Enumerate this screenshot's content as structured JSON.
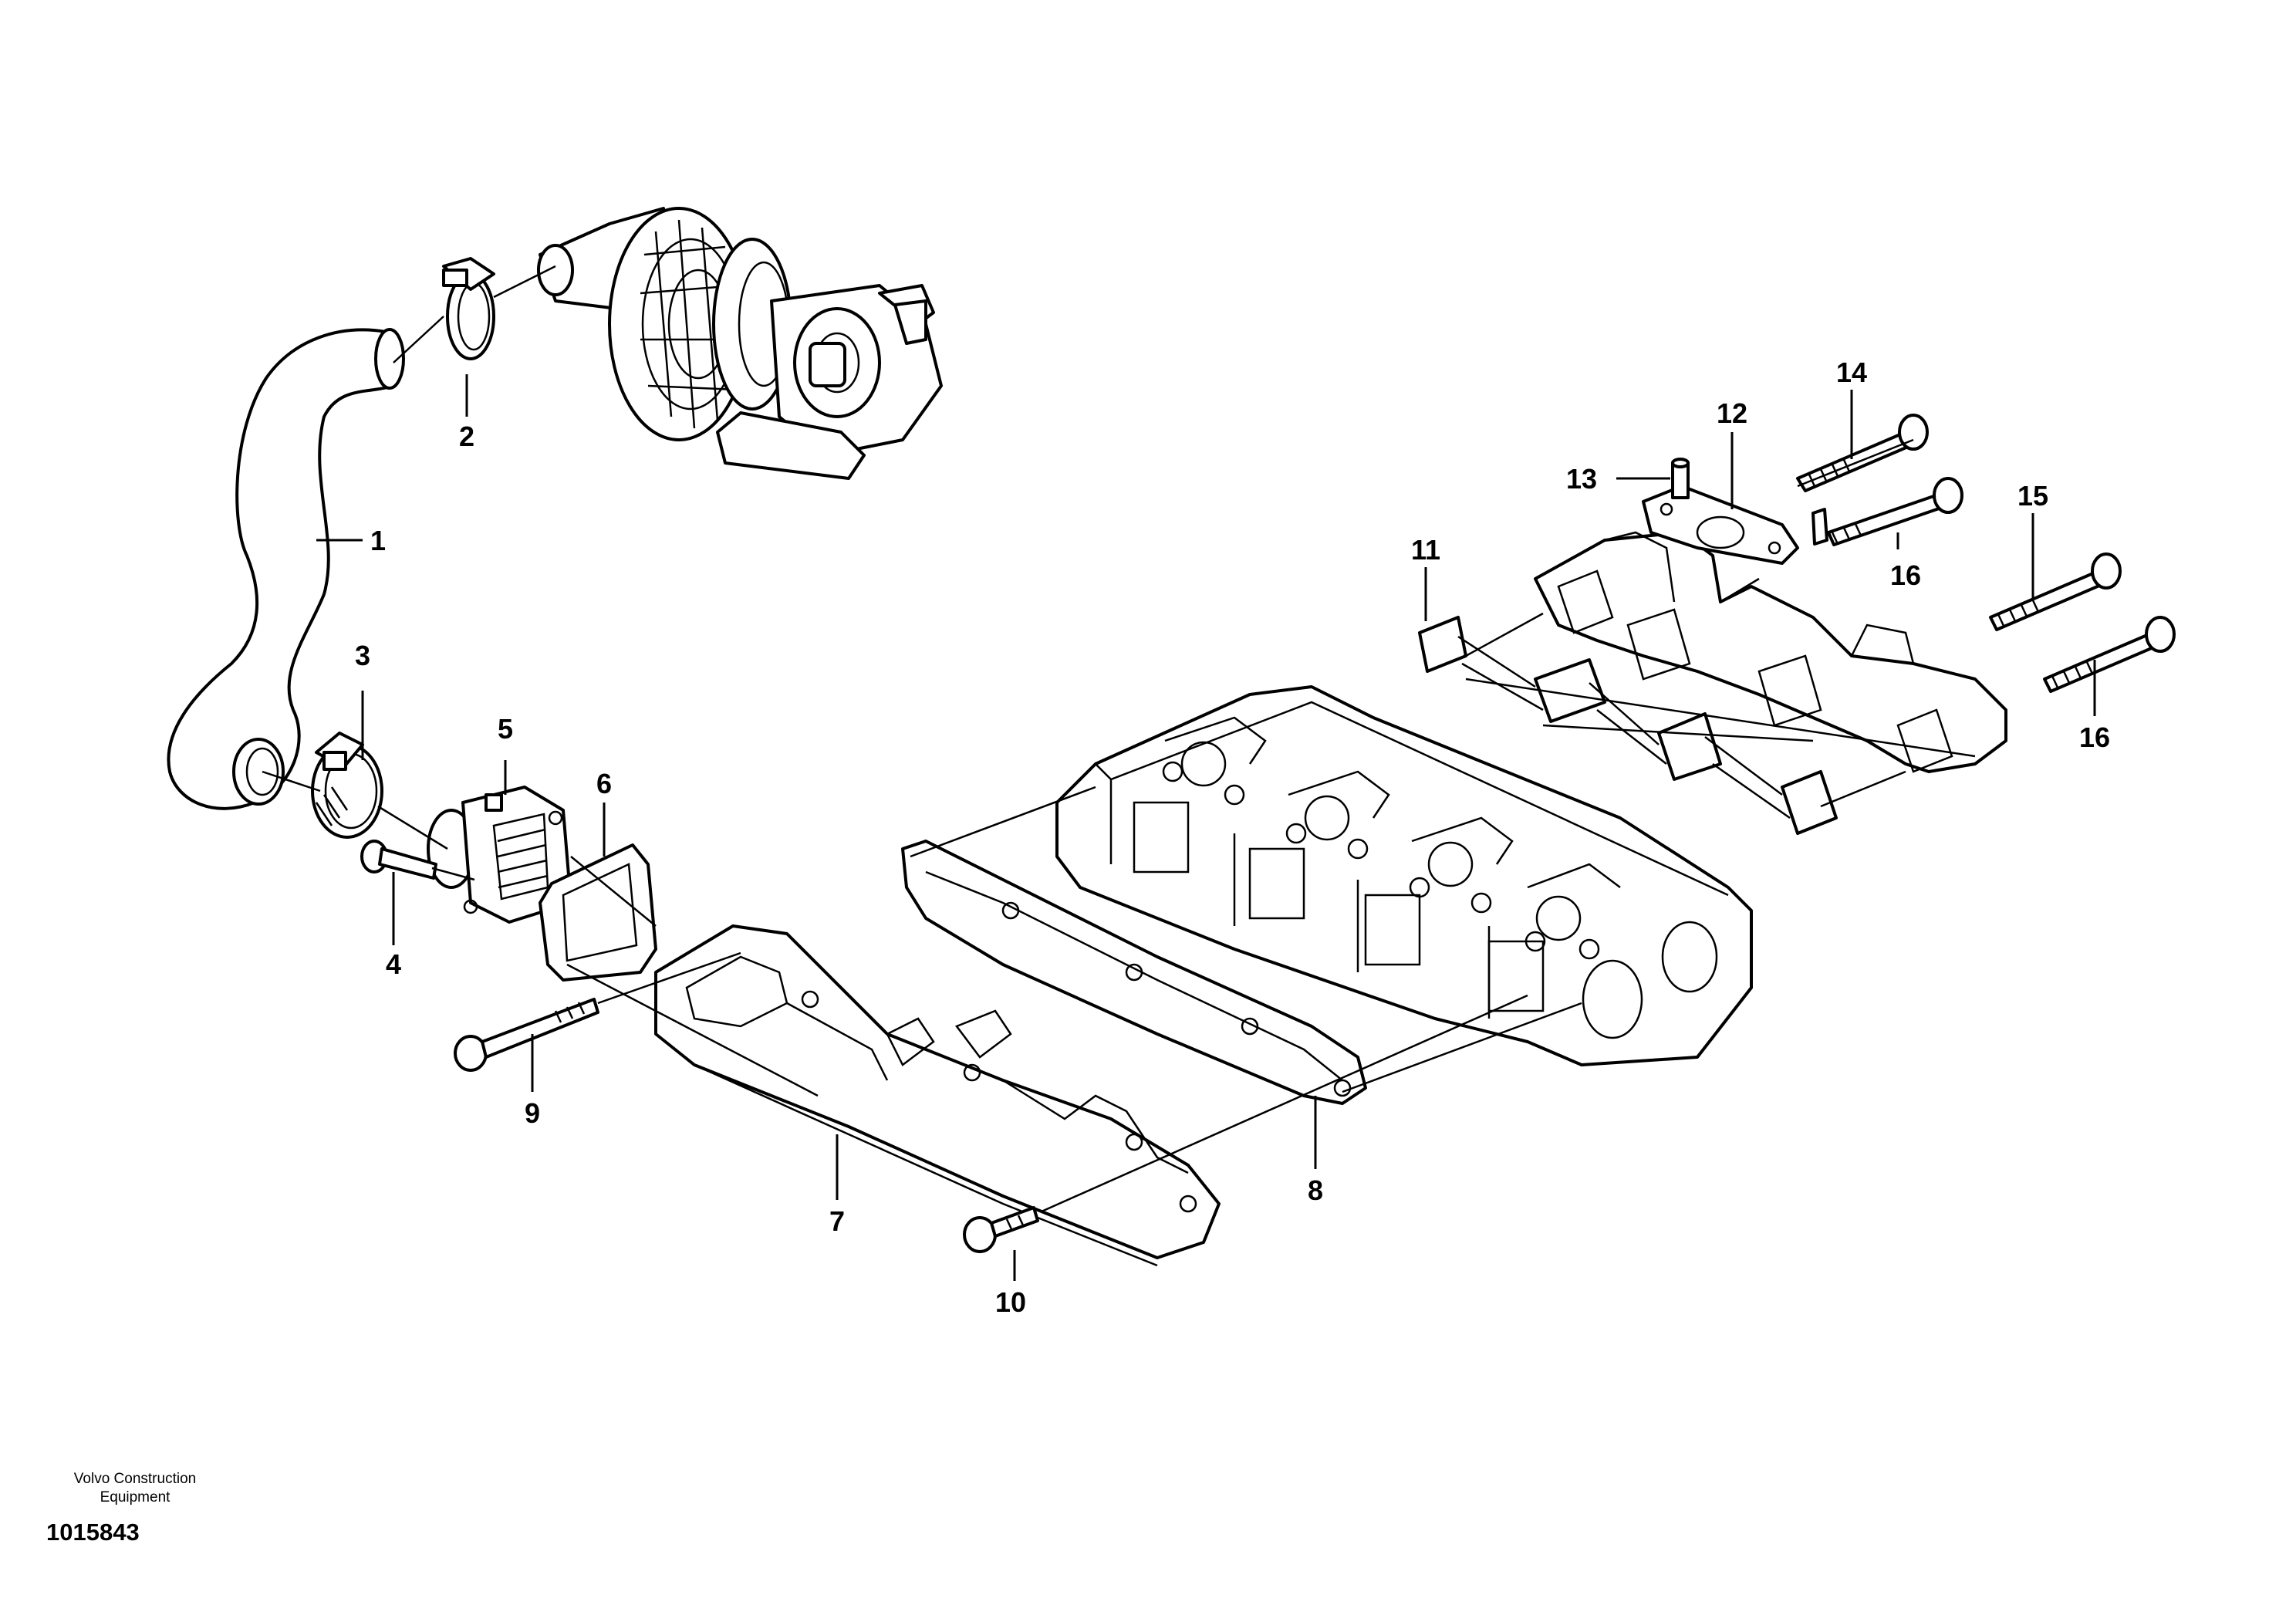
{
  "footer": {
    "company_line1": "Volvo Construction",
    "company_line2": "Equipment",
    "drawing_number": "1015843"
  },
  "callouts": {
    "c1": "1",
    "c2": "2",
    "c3": "3",
    "c4": "4",
    "c5": "5",
    "c6": "6",
    "c7": "7",
    "c8": "8",
    "c9": "9",
    "c10": "10",
    "c11": "11",
    "c12": "12",
    "c13": "13",
    "c14": "14",
    "c15": "15",
    "c16a": "16",
    "c16b": "16"
  }
}
